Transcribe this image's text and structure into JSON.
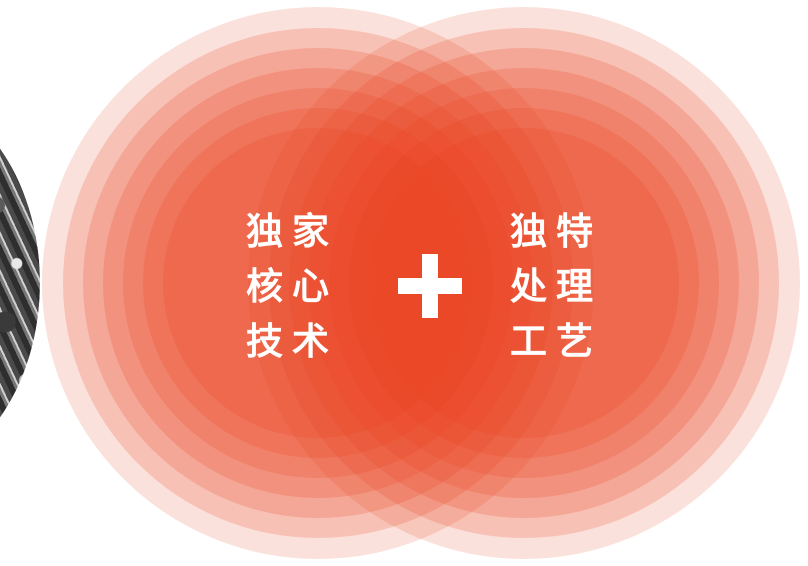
{
  "diagram": {
    "colors": {
      "ring": "#e9421f",
      "lens": "#e23c1d",
      "text": "#ffffff"
    },
    "left_circle": {
      "lines": [
        "独家",
        "核心",
        "技术"
      ]
    },
    "connector": {
      "icon": "plus-icon"
    },
    "right_circle": {
      "lines": [
        "独特",
        "处理",
        "工艺"
      ]
    }
  },
  "photo": {
    "icon": "grayscale-photo"
  }
}
